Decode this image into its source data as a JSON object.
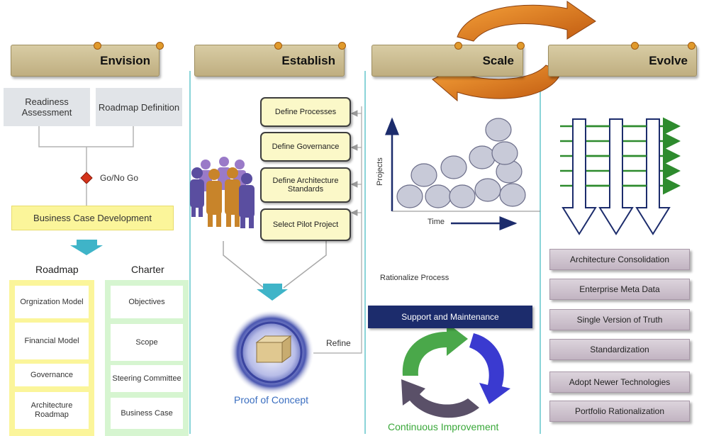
{
  "phases": {
    "envision": "Envision",
    "establish": "Establish",
    "scale": "Scale",
    "evolve": "Evolve"
  },
  "envision": {
    "readiness": "Readiness Assessment",
    "roadmap_def": "Roadmap Definition",
    "gate": "Go/No Go",
    "business_case": "Business Case Development",
    "roadmap_header": "Roadmap",
    "charter_header": "Charter",
    "roadmap_items": [
      "Orgnization Model",
      "Financial Model",
      "Governance",
      "Architecture Roadmap"
    ],
    "charter_items": [
      "Objectives",
      "Scope",
      "Steering Committee",
      "Business Case"
    ]
  },
  "establish": {
    "steps": [
      "Define Processes",
      "Define Governance",
      "Define Architecture Standards",
      "Select Pilot Project"
    ],
    "refine": "Refine",
    "proof": "Proof of Concept"
  },
  "scale": {
    "y_axis": "Projects",
    "x_axis": "Time",
    "rationalize": "Rationalize Process",
    "support": "Support and Maintenance",
    "continuous": "Continuous Improvement"
  },
  "evolve": {
    "items": [
      "Architecture Consolidation",
      "Enterprise Meta Data",
      "Single Version of Truth",
      "Standardization",
      "Adopt Newer Technologies",
      "Portfolio Rationalization"
    ]
  },
  "colors": {
    "header_tan": "#c8b98c",
    "divider_teal": "#7fd2d6",
    "arrow_teal": "#3fb4c8",
    "support_navy": "#1c2c6c",
    "green_text": "#3aa83a"
  }
}
